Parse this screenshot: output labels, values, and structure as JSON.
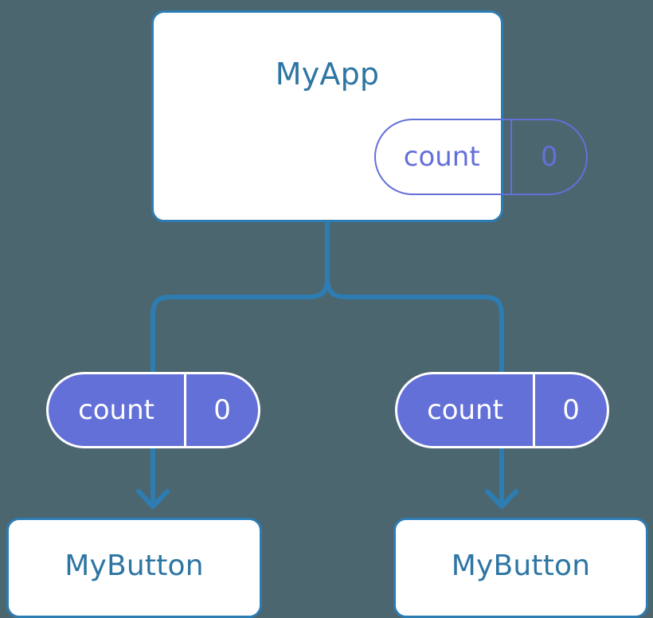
{
  "diagram": {
    "title_text": "MyApp",
    "background_color": "#4c6670",
    "line_color": "#2d7cb2",
    "accent_color": "#6370d8",
    "text_blue": "#2d75a3"
  },
  "root_component": {
    "name": "MyApp",
    "state": {
      "key": "count",
      "value": "0"
    }
  },
  "children": [
    {
      "prop": {
        "key": "count",
        "value": "0"
      },
      "component": {
        "name": "MyButton"
      }
    },
    {
      "prop": {
        "key": "count",
        "value": "0"
      },
      "component": {
        "name": "MyButton"
      }
    }
  ]
}
